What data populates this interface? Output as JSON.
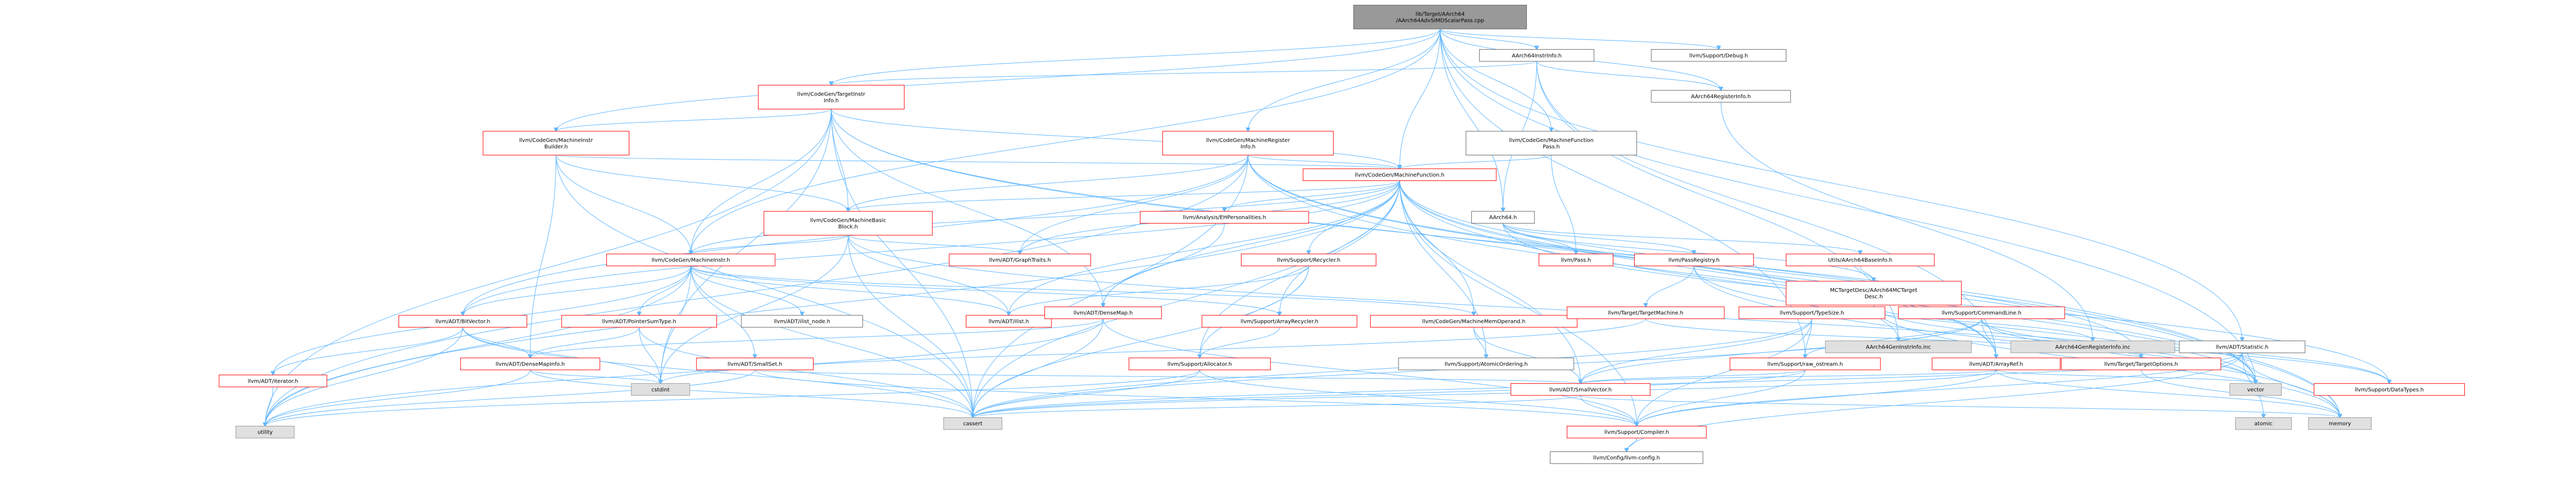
{
  "colors": {
    "root_fill": "#999999",
    "normal_fill": "#ffffff",
    "external_fill": "#e0e0e0",
    "border_red": "#ff0000",
    "border_gray": "#999999",
    "border_black": "#666666",
    "edge": "#63b8ff"
  },
  "nodes": [
    {
      "id": "root",
      "lines": [
        "lib/Target/AArch64",
        "/AArch64AdvSIMDScalarPass.cpp"
      ],
      "kind": "root"
    },
    {
      "id": "n1",
      "lines": [
        "AArch64InstrInfo.h"
      ],
      "kind": "normal"
    },
    {
      "id": "n2",
      "lines": [
        "llvm/Support/Debug.h"
      ],
      "kind": "normal"
    },
    {
      "id": "n3",
      "lines": [
        "AArch64RegisterInfo.h"
      ],
      "kind": "normal"
    },
    {
      "id": "n4",
      "lines": [
        "llvm/CodeGen/TargetInstr",
        "Info.h"
      ],
      "kind": "red"
    },
    {
      "id": "n5",
      "lines": [
        "llvm/CodeGen/MachineInstr",
        "Builder.h"
      ],
      "kind": "red"
    },
    {
      "id": "n6",
      "lines": [
        "llvm/CodeGen/MachineRegister",
        "Info.h"
      ],
      "kind": "red"
    },
    {
      "id": "n7",
      "lines": [
        "llvm/CodeGen/MachineFunction",
        "Pass.h"
      ],
      "kind": "normal"
    },
    {
      "id": "n8",
      "lines": [
        "llvm/CodeGen/MachineFunction.h"
      ],
      "kind": "red"
    },
    {
      "id": "n9",
      "lines": [
        "AArch64.h"
      ],
      "kind": "normal"
    },
    {
      "id": "n10",
      "lines": [
        "llvm/CodeGen/MachineBasic",
        "Block.h"
      ],
      "kind": "red"
    },
    {
      "id": "n11",
      "lines": [
        "llvm/Analysis/EHPersonalities.h"
      ],
      "kind": "red"
    },
    {
      "id": "n12",
      "lines": [
        "llvm/CodeGen/MachineInstr.h"
      ],
      "kind": "red"
    },
    {
      "id": "n13",
      "lines": [
        "llvm/ADT/GraphTraits.h"
      ],
      "kind": "red"
    },
    {
      "id": "n14",
      "lines": [
        "llvm/Support/Recycler.h"
      ],
      "kind": "red"
    },
    {
      "id": "n15",
      "lines": [
        "llvm/Pass.h"
      ],
      "kind": "red"
    },
    {
      "id": "n16",
      "lines": [
        "llvm/PassRegistry.h"
      ],
      "kind": "red"
    },
    {
      "id": "n17",
      "lines": [
        "Utils/AArch64BaseInfo.h"
      ],
      "kind": "red"
    },
    {
      "id": "n18",
      "lines": [
        "MCTargetDesc/AArch64MCTarget",
        "Desc.h"
      ],
      "kind": "red"
    },
    {
      "id": "n19",
      "lines": [
        "llvm/ADT/BitVector.h"
      ],
      "kind": "red"
    },
    {
      "id": "n20",
      "lines": [
        "llvm/ADT/PointerSumType.h"
      ],
      "kind": "red"
    },
    {
      "id": "n21",
      "lines": [
        "llvm/ADT/ilist_node.h"
      ],
      "kind": "normal"
    },
    {
      "id": "n22",
      "lines": [
        "llvm/ADT/ilist.h"
      ],
      "kind": "red"
    },
    {
      "id": "n23",
      "lines": [
        "llvm/ADT/DenseMap.h"
      ],
      "kind": "red"
    },
    {
      "id": "n24",
      "lines": [
        "llvm/Support/ArrayRecycler.h"
      ],
      "kind": "red"
    },
    {
      "id": "n25",
      "lines": [
        "llvm/CodeGen/MachineMemOperand.h"
      ],
      "kind": "red"
    },
    {
      "id": "n26",
      "lines": [
        "llvm/Target/TargetMachine.h"
      ],
      "kind": "red"
    },
    {
      "id": "n27",
      "lines": [
        "llvm/Support/TypeSize.h"
      ],
      "kind": "red"
    },
    {
      "id": "n28",
      "lines": [
        "llvm/Support/CommandLine.h"
      ],
      "kind": "red"
    },
    {
      "id": "n29",
      "lines": [
        "llvm/ADT/Statistic.h"
      ],
      "kind": "normal"
    },
    {
      "id": "n30",
      "lines": [
        "AArch64GenInstrInfo.inc"
      ],
      "kind": "external"
    },
    {
      "id": "n31",
      "lines": [
        "AArch64GenRegisterInfo.inc"
      ],
      "kind": "external"
    },
    {
      "id": "n32",
      "lines": [
        "llvm/ADT/SmallSet.h"
      ],
      "kind": "red"
    },
    {
      "id": "n33",
      "lines": [
        "llvm/ADT/DenseMapInfo.h"
      ],
      "kind": "red"
    },
    {
      "id": "n34",
      "lines": [
        "llvm/ADT/iterator.h"
      ],
      "kind": "red"
    },
    {
      "id": "n35",
      "lines": [
        "llvm/Support/Allocator.h"
      ],
      "kind": "red"
    },
    {
      "id": "n36",
      "lines": [
        "llvm/Support/AtomicOrdering.h"
      ],
      "kind": "normal"
    },
    {
      "id": "n37",
      "lines": [
        "llvm/Support/raw_ostream.h"
      ],
      "kind": "red"
    },
    {
      "id": "n38",
      "lines": [
        "llvm/ADT/ArrayRef.h"
      ],
      "kind": "red"
    },
    {
      "id": "n39",
      "lines": [
        "llvm/Target/TargetOptions.h"
      ],
      "kind": "red"
    },
    {
      "id": "n40",
      "lines": [
        "llvm/ADT/SmallVector.h"
      ],
      "kind": "red"
    },
    {
      "id": "n41",
      "lines": [
        "vector"
      ],
      "kind": "external"
    },
    {
      "id": "n42",
      "lines": [
        "atomic"
      ],
      "kind": "external"
    },
    {
      "id": "n43",
      "lines": [
        "llvm/Support/DataTypes.h"
      ],
      "kind": "red"
    },
    {
      "id": "n44",
      "lines": [
        "cstdint"
      ],
      "kind": "external"
    },
    {
      "id": "n45",
      "lines": [
        "utility"
      ],
      "kind": "external"
    },
    {
      "id": "n46",
      "lines": [
        "cassert"
      ],
      "kind": "external"
    },
    {
      "id": "n47",
      "lines": [
        "llvm/Support/Compiler.h"
      ],
      "kind": "red"
    },
    {
      "id": "n48",
      "lines": [
        "memory"
      ],
      "kind": "external"
    },
    {
      "id": "n49",
      "lines": [
        "llvm/Config/llvm-config.h"
      ],
      "kind": "normal"
    }
  ]
}
